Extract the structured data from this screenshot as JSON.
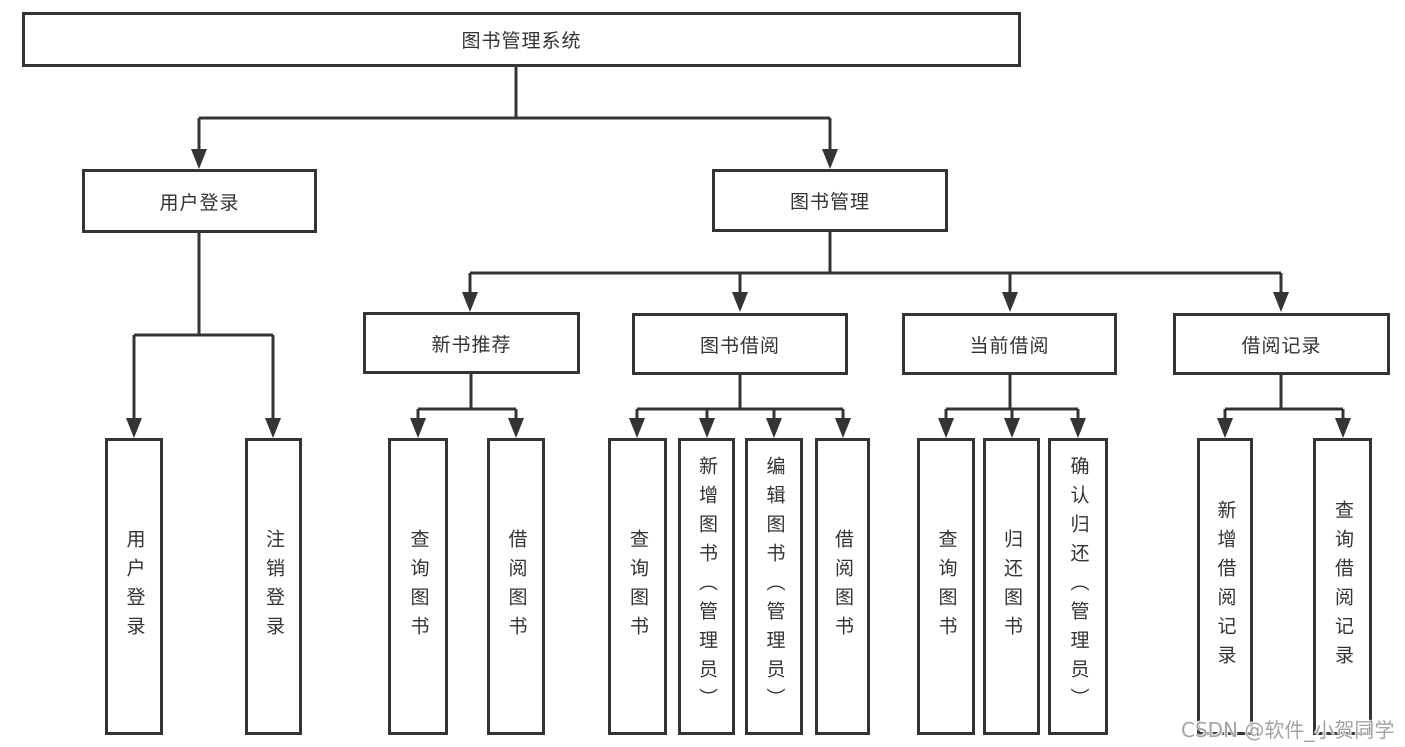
{
  "tree": {
    "root": {
      "label": "图书管理系统"
    },
    "branches": [
      {
        "label": "用户登录",
        "children": [
          "用户登录",
          "注销登录"
        ]
      },
      {
        "label": "图书管理",
        "groups": [
          {
            "label": "新书推荐",
            "children": [
              "查询图书",
              "借阅图书"
            ]
          },
          {
            "label": "图书借阅",
            "children": [
              "查询图书",
              "新增图书（管理员）",
              "编辑图书（管理员）",
              "借阅图书"
            ]
          },
          {
            "label": "当前借阅",
            "children": [
              "查询图书",
              "归还图书",
              "确认归还（管理员）"
            ]
          },
          {
            "label": "借阅记录",
            "children": [
              "新增借阅记录",
              "查询借阅记录"
            ]
          }
        ]
      }
    ]
  },
  "watermark": {
    "text": "CSDN @软件_小贺同学"
  },
  "colors": {
    "line": "#343434",
    "box_border": "#343434",
    "box_fill": "#ffffff",
    "text": "#333333",
    "background": "#ffffff",
    "watermark": "#a3a3a3"
  }
}
